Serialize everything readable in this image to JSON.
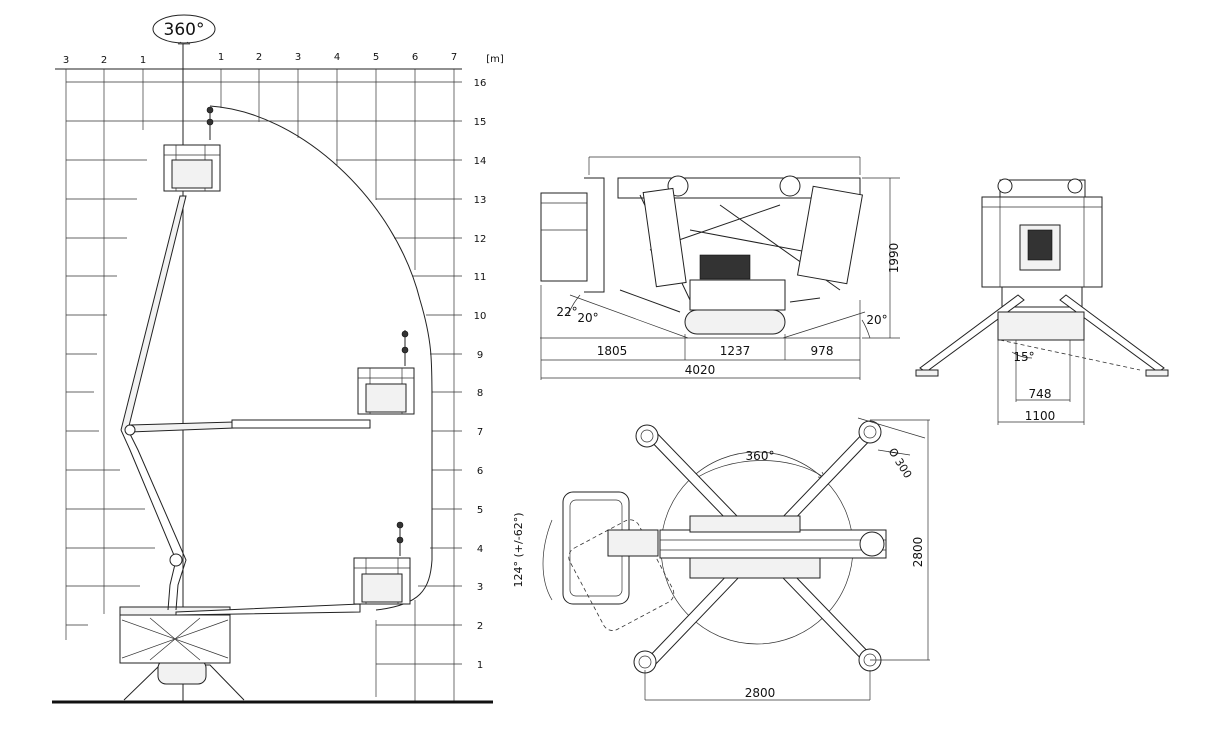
{
  "working_envelope": {
    "rotation_label": "360°",
    "unit_label": "[m]",
    "top_ticks": [
      "3",
      "2",
      "1",
      "1",
      "2",
      "3",
      "4",
      "5",
      "6",
      "7"
    ],
    "height_ticks": [
      "16",
      "15",
      "14",
      "13",
      "12",
      "11",
      "10",
      "9",
      "8",
      "7",
      "6",
      "5",
      "4",
      "3",
      "2",
      "1"
    ]
  },
  "side_view": {
    "dim_1805": "1805",
    "dim_1237": "1237",
    "dim_978": "978",
    "dim_4020": "4020",
    "dim_1990": "1990",
    "angle_22": "22°",
    "angle_20_left": "20°",
    "angle_20_right": "20°"
  },
  "front_view": {
    "angle_15": "15°",
    "dim_748": "748",
    "dim_1100": "1100"
  },
  "top_view": {
    "rotation_label": "360°",
    "basket_rotation_label": "124° (+/-62°)",
    "pad_diameter": "Ø 300",
    "width_2800": "2800",
    "length_2800": "2800"
  }
}
